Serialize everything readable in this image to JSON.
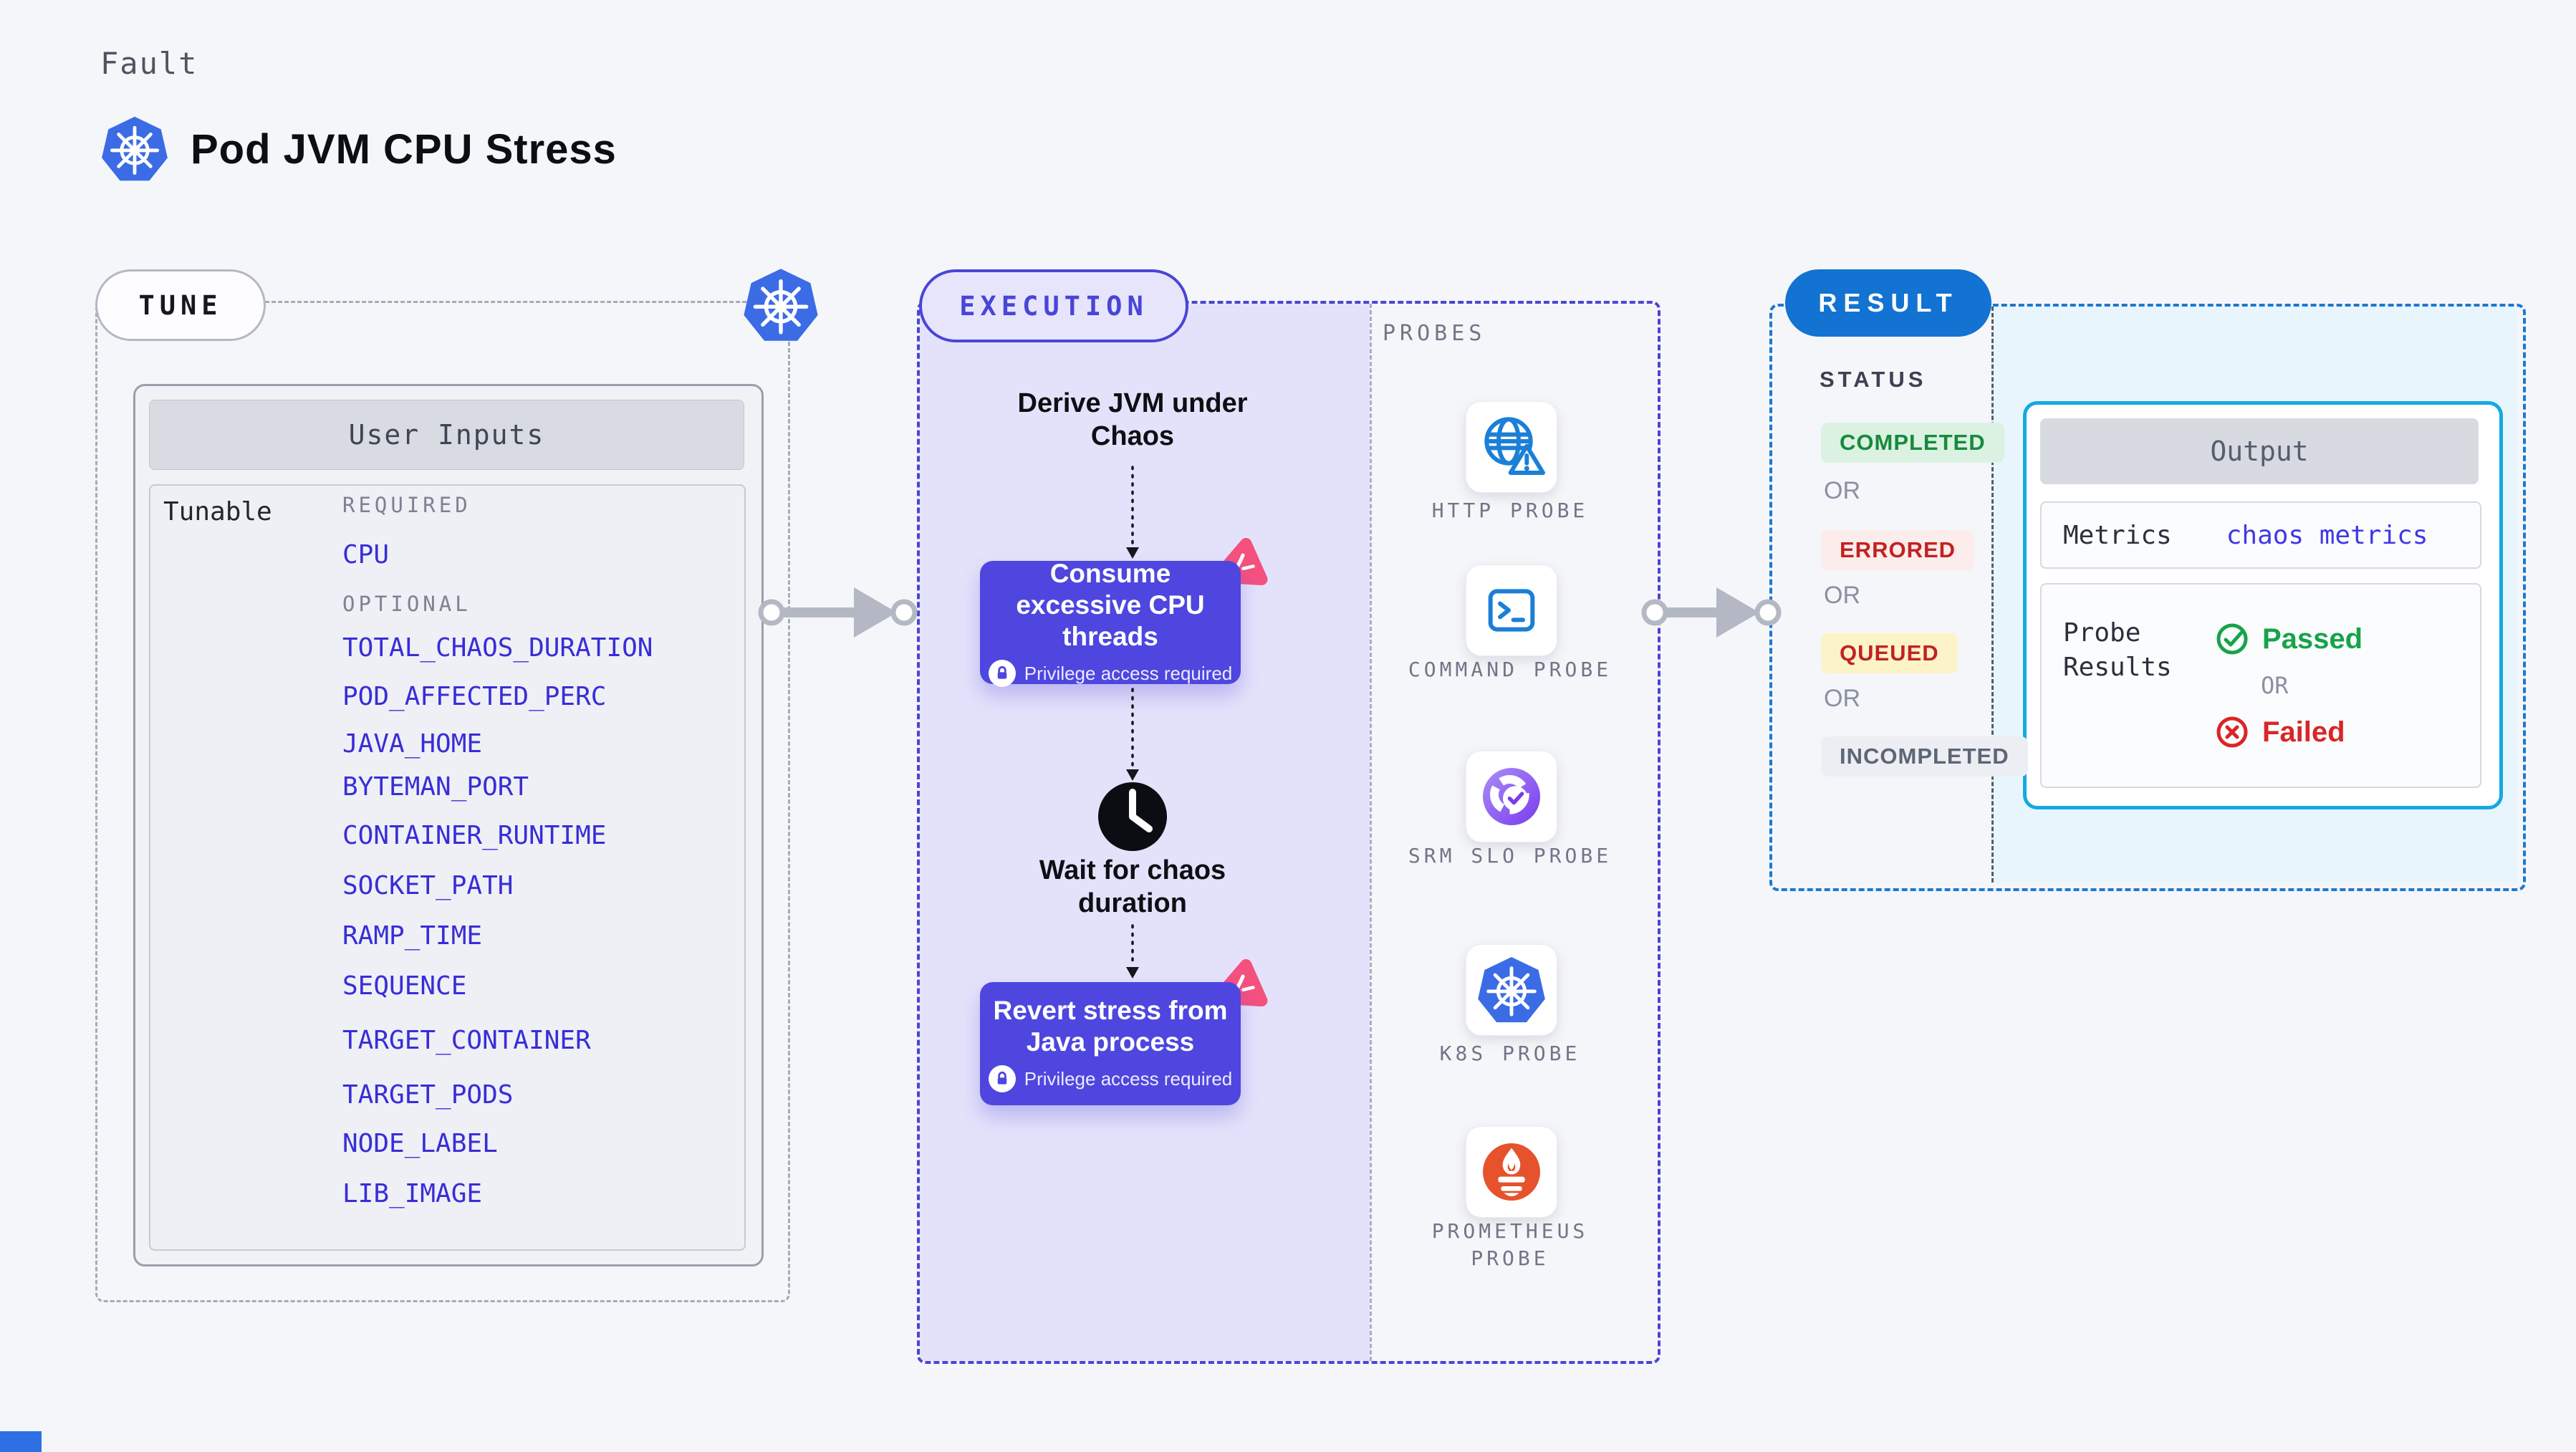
{
  "page": {
    "category_label": "Fault",
    "title": "Pod JVM CPU Stress",
    "background_color": "#f4f6f9"
  },
  "tune": {
    "pill_label": "TUNE",
    "panel_title": "User Inputs",
    "row_label": "Tunable",
    "required_heading": "REQUIRED",
    "required_items": [
      "CPU"
    ],
    "optional_heading": "OPTIONAL",
    "optional_items": [
      "TOTAL_CHAOS_DURATION",
      "POD_AFFECTED_PERC",
      "JAVA_HOME",
      "BYTEMAN_PORT",
      "CONTAINER_RUNTIME",
      "SOCKET_PATH",
      "RAMP_TIME",
      "SEQUENCE",
      "TARGET_CONTAINER",
      "TARGET_PODS",
      "NODE_LABEL",
      "LIB_IMAGE"
    ]
  },
  "execution": {
    "pill_label": "EXECUTION",
    "step1_title": "Derive JVM under Chaos",
    "step2_title": "Consume excessive CPU threads",
    "step2_badge": "Privilege access required",
    "step3_title": "Wait for chaos duration",
    "step4_title": "Revert stress from Java process",
    "step4_badge": "Privilege access required"
  },
  "probes": {
    "heading": "PROBES",
    "items": [
      {
        "label": "HTTP PROBE",
        "icon": "globe-alert-icon"
      },
      {
        "label": "COMMAND PROBE",
        "icon": "terminal-icon"
      },
      {
        "label": "SRM SLO PROBE",
        "icon": "slo-check-icon"
      },
      {
        "label": "K8S PROBE",
        "icon": "kubernetes-icon"
      },
      {
        "label": "PROMETHEUS PROBE",
        "icon": "prometheus-icon"
      }
    ]
  },
  "result": {
    "pill_label": "RESULT",
    "status_heading": "STATUS",
    "or_label": "OR",
    "statuses": [
      {
        "label": "COMPLETED",
        "color": "#178a3c",
        "bg": "#dbf2e2"
      },
      {
        "label": "ERRORED",
        "color": "#c22222",
        "bg": "#fcecec"
      },
      {
        "label": "QUEUED",
        "color": "#c22222",
        "bg": "#fdf3c9"
      },
      {
        "label": "INCOMPLETED",
        "color": "#5d6675",
        "bg": "#eceef4"
      }
    ],
    "output": {
      "title": "Output",
      "metrics_label": "Metrics",
      "metrics_value": "chaos metrics",
      "probe_results_label": "Probe Results",
      "passed_label": "Passed",
      "or_label": "OR",
      "failed_label": "Failed"
    }
  },
  "colors": {
    "accent_indigo": "#4a45d6",
    "step_box_indigo": "#4e46df",
    "input_link_indigo": "#382dd8",
    "result_blue": "#1273d2",
    "output_border_cyan": "#14a9e1",
    "passed_green": "#16a34a",
    "failed_red": "#d92626",
    "kubernetes_blue": "#3b6ce6",
    "prometheus_orange": "#e6522c",
    "litmus_pink": "#f4517f",
    "arrow_gray": "#b4b8c4"
  }
}
